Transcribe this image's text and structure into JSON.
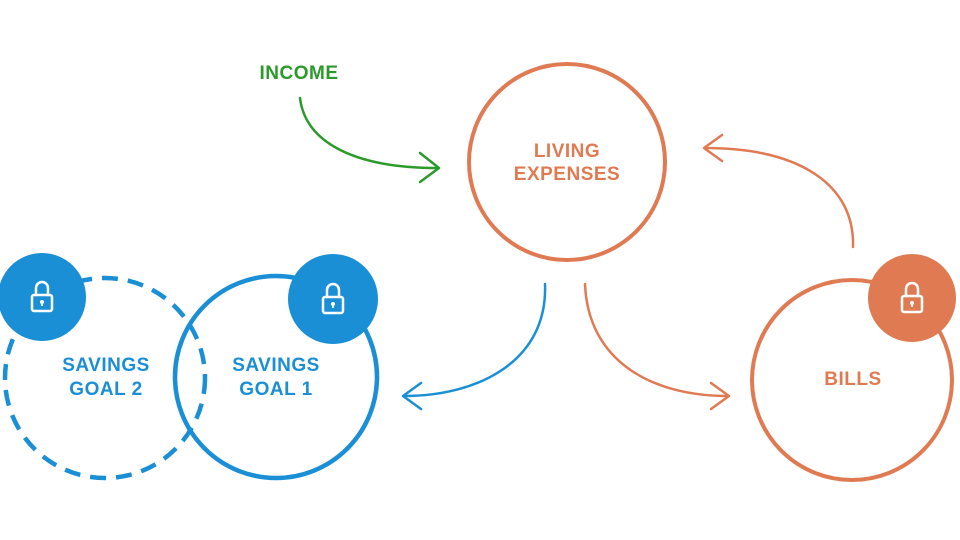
{
  "colors": {
    "income": "#2b9a2b",
    "living": "#e07a52",
    "savings": "#1a8fd6",
    "white": "#ffffff"
  },
  "labels": {
    "income": "INCOME",
    "living_line1": "LIVING",
    "living_line2": "EXPENSES",
    "bills": "BILLS",
    "goal2_line1": "SAVINGS",
    "goal2_line2": "GOAL 2",
    "goal1_line1": "SAVINGS",
    "goal1_line2": "GOAL 1"
  },
  "icons": {
    "goal2_badge": "lock-icon",
    "goal1_badge": "lock-icon",
    "bills_badge": "lock-icon"
  }
}
